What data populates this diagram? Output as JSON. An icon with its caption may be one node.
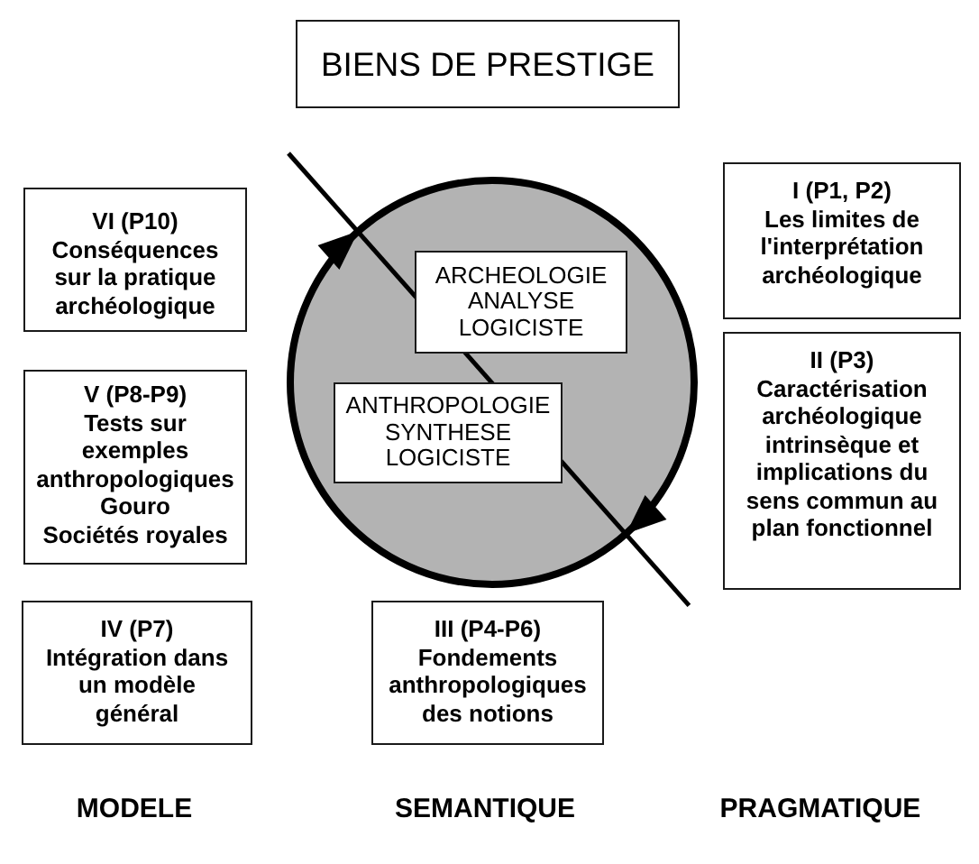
{
  "diagram": {
    "nodes": [
      {
        "text": [
          "BIENS DE PRESTIGE"
        ]
      },
      {
        "text": [
          "VI (P10)",
          "Conséquences sur la pratique archéologique"
        ]
      },
      {
        "text": [
          "I (P1, P2)",
          "Les limites de l'interprétation archéologique"
        ]
      },
      {
        "text": [],
        "shape": "circle"
      },
      {
        "text": [
          "ARCHEOLOGIE ANALYSE LOGICISTE"
        ],
        "in": 3
      },
      {
        "text": [
          "ANTHROPOLOGIE SYNTHESE LOGICISTE"
        ],
        "in": 3
      },
      {
        "text": [
          "V (P8-P9)",
          "Tests sur exemples anthropologiques",
          "Gouro",
          "Sociétés royales"
        ]
      },
      {
        "text": [
          "II (P3)",
          "Caractérisation archéologique intrinsèque et implications du sens commun au plan fonctionnel"
        ]
      },
      {
        "text": [
          "IV (P7)",
          "Intégration dans un modèle général"
        ]
      },
      {
        "text": [
          "III (P4-P6)",
          "Fondements anthropologiques des notions"
        ]
      }
    ],
    "labels": [
      "MODELE",
      "SEMANTIQUE",
      "PRAGMATIQUE"
    ]
  }
}
